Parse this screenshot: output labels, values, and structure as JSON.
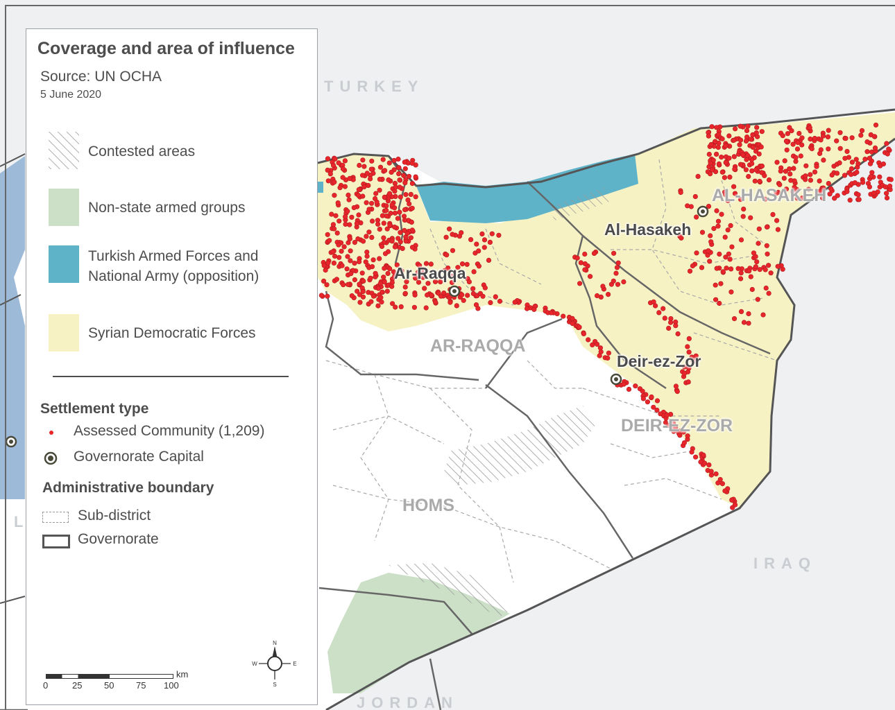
{
  "legend": {
    "title": "Coverage and area of influence",
    "source": "Source: UN OCHA",
    "date": "5 June 2020",
    "areas": [
      {
        "label": "Contested areas",
        "color": "#ffffff"
      },
      {
        "label": "Non-state armed groups",
        "color": "#cce0c8"
      },
      {
        "label": "Turkish Armed Forces and National Army (opposition)",
        "color": "#5fb3c9"
      },
      {
        "label": "Syrian Democratic Forces",
        "color": "#f7f2c4"
      }
    ],
    "settlement_heading": "Settlement type",
    "settlement_items": [
      "Assessed Community (1,209)",
      "Governorate Capital"
    ],
    "admin_heading": "Administrative boundary",
    "admin_items": [
      "Sub-district",
      "Governorate"
    ],
    "scale_unit": "km",
    "scale_ticks": [
      "0",
      "25",
      "50",
      "75",
      "100"
    ],
    "compass": {
      "n": "N",
      "s": "S",
      "e": "E",
      "w": "W"
    }
  },
  "map": {
    "countries": [
      "TURKEY",
      "IRAQ",
      "JORDAN",
      "L"
    ],
    "governorates": [
      "AL-HASAKEH",
      "AR-RAQQA",
      "DEIR-EZ-ZOR",
      "HOMS"
    ],
    "capitals": [
      "Al-Hasakeh",
      "Ar-Raqqa",
      "Deir-ez-Zor"
    ],
    "colors": {
      "sdf": "#f7f2c4",
      "turkish": "#5fb3c9",
      "nsag": "#cce0c8",
      "community": "#e8252b",
      "lebanon": "#9dbad8"
    }
  }
}
